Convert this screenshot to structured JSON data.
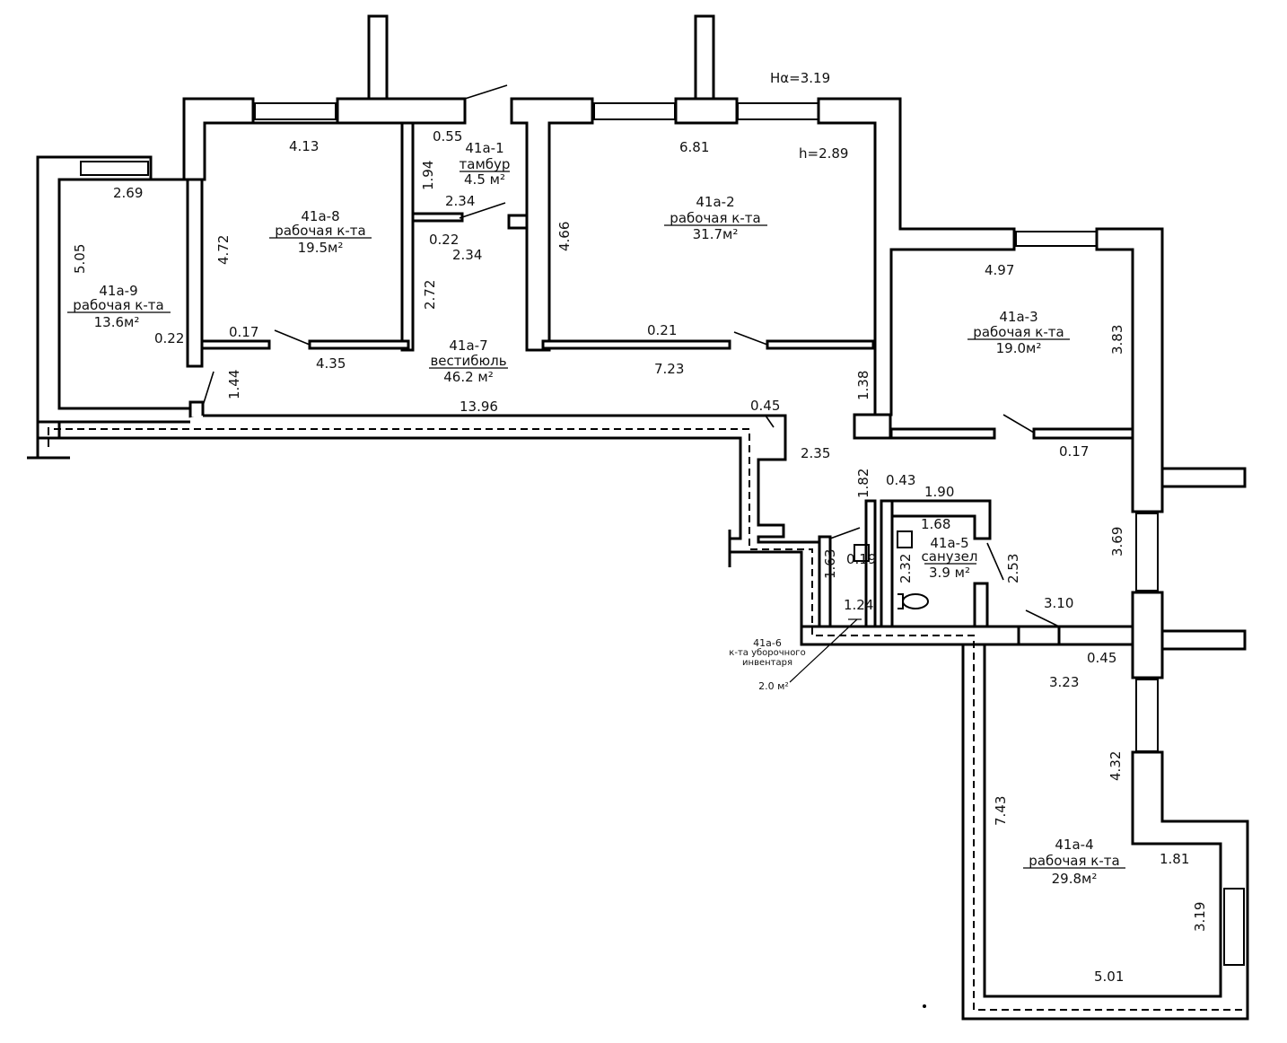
{
  "header": {
    "ceiling_total": "Hα=3.19",
    "ceiling_room": "h=2.89"
  },
  "rooms": [
    {
      "number": "41a-1",
      "name": "тамбур",
      "area": "4.5 м²"
    },
    {
      "number": "41a-2",
      "name": "рабочая к-та",
      "area": "31.7м²"
    },
    {
      "number": "41a-3",
      "name": "рабочая к-та",
      "area": "19.0м²"
    },
    {
      "number": "41a-4",
      "name": "рабочая к-та",
      "area": "29.8м²"
    },
    {
      "number": "41a-5",
      "name": "санузел",
      "area": "3.9 м²"
    },
    {
      "number": "41a-6",
      "name": "к-та уборочного инвентаря",
      "area": "2.0 м²"
    },
    {
      "number": "41a-7",
      "name": "вестибюль",
      "area": "46.2 м²"
    },
    {
      "number": "41a-8",
      "name": "рабочая к-та",
      "area": "19.5м²"
    },
    {
      "number": "41a-9",
      "name": "рабочая к-та",
      "area": "13.6м²"
    }
  ],
  "dimensions": {
    "d413": "4.13",
    "d055": "0.55",
    "d681": "6.81",
    "d269": "2.69",
    "d194": "1.94",
    "d234a": "2.34",
    "d022a": "0.22",
    "d234b": "2.34",
    "d505": "5.05",
    "d472": "4.72",
    "d466": "4.66",
    "d497": "4.97",
    "d272": "2.72",
    "d017a": "0.17",
    "d022b": "0.22",
    "d435": "4.35",
    "d021": "0.21",
    "d723": "7.23",
    "d383": "3.83",
    "d144": "1.44",
    "d138": "1.38",
    "d1396": "13.96",
    "d045a": "0.45",
    "d017b": "0.17",
    "d235": "2.35",
    "d182": "1.82",
    "d043": "0.43",
    "d190": "1.90",
    "d168": "1.68",
    "d369": "3.69",
    "d019": "0.19",
    "d163": "1.63",
    "d232": "2.32",
    "d253": "2.53",
    "d124": "1.24",
    "d310": "3.10",
    "d045b": "0.45",
    "d323": "3.23",
    "d432": "4.32",
    "d743": "7.43",
    "d181": "1.81",
    "d319": "3.19",
    "d501": "5.01"
  }
}
